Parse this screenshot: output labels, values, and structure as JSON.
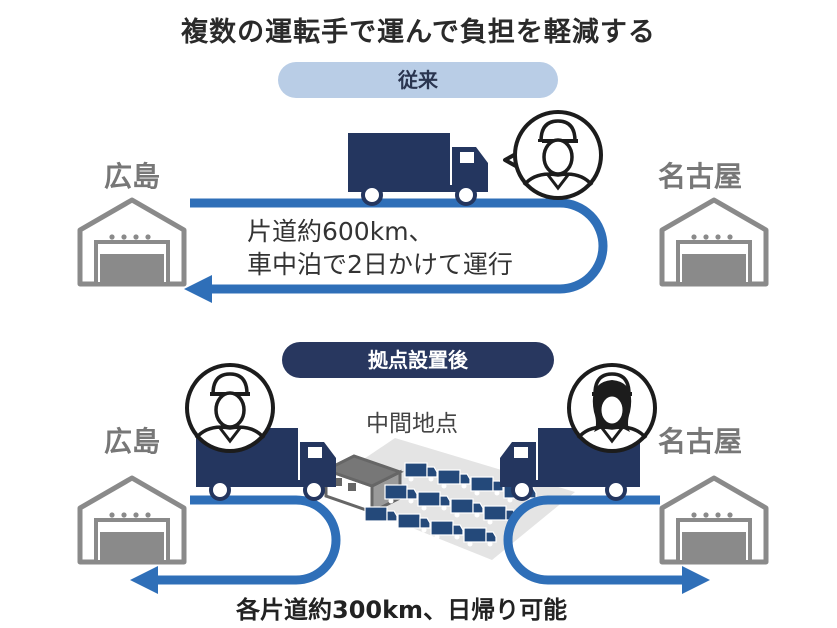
{
  "title": "複数の運転手で運んで負担を軽減する",
  "before": {
    "label": "従来",
    "origin": "広島",
    "destination": "名古屋",
    "note_line1": "片道約600km、",
    "note_line2": "車中泊で2日かけて運行"
  },
  "after": {
    "label": "拠点設置後",
    "origin": "広島",
    "destination": "名古屋",
    "hub_label": "中間地点",
    "note": "各片道約300km、日帰り可能"
  },
  "colors": {
    "route_blue": "#2f6fb8",
    "truck_navy": "#24365f",
    "building_gray": "#8a8a8a",
    "pill_light": "#b9cde6",
    "pill_dark": "#28375f"
  },
  "icons": [
    "warehouse-icon",
    "truck-icon",
    "driver-icon",
    "speech-bubble-icon",
    "hub-building-icon",
    "parked-trucks-icon",
    "arrow-left-icon",
    "arrow-right-icon"
  ]
}
